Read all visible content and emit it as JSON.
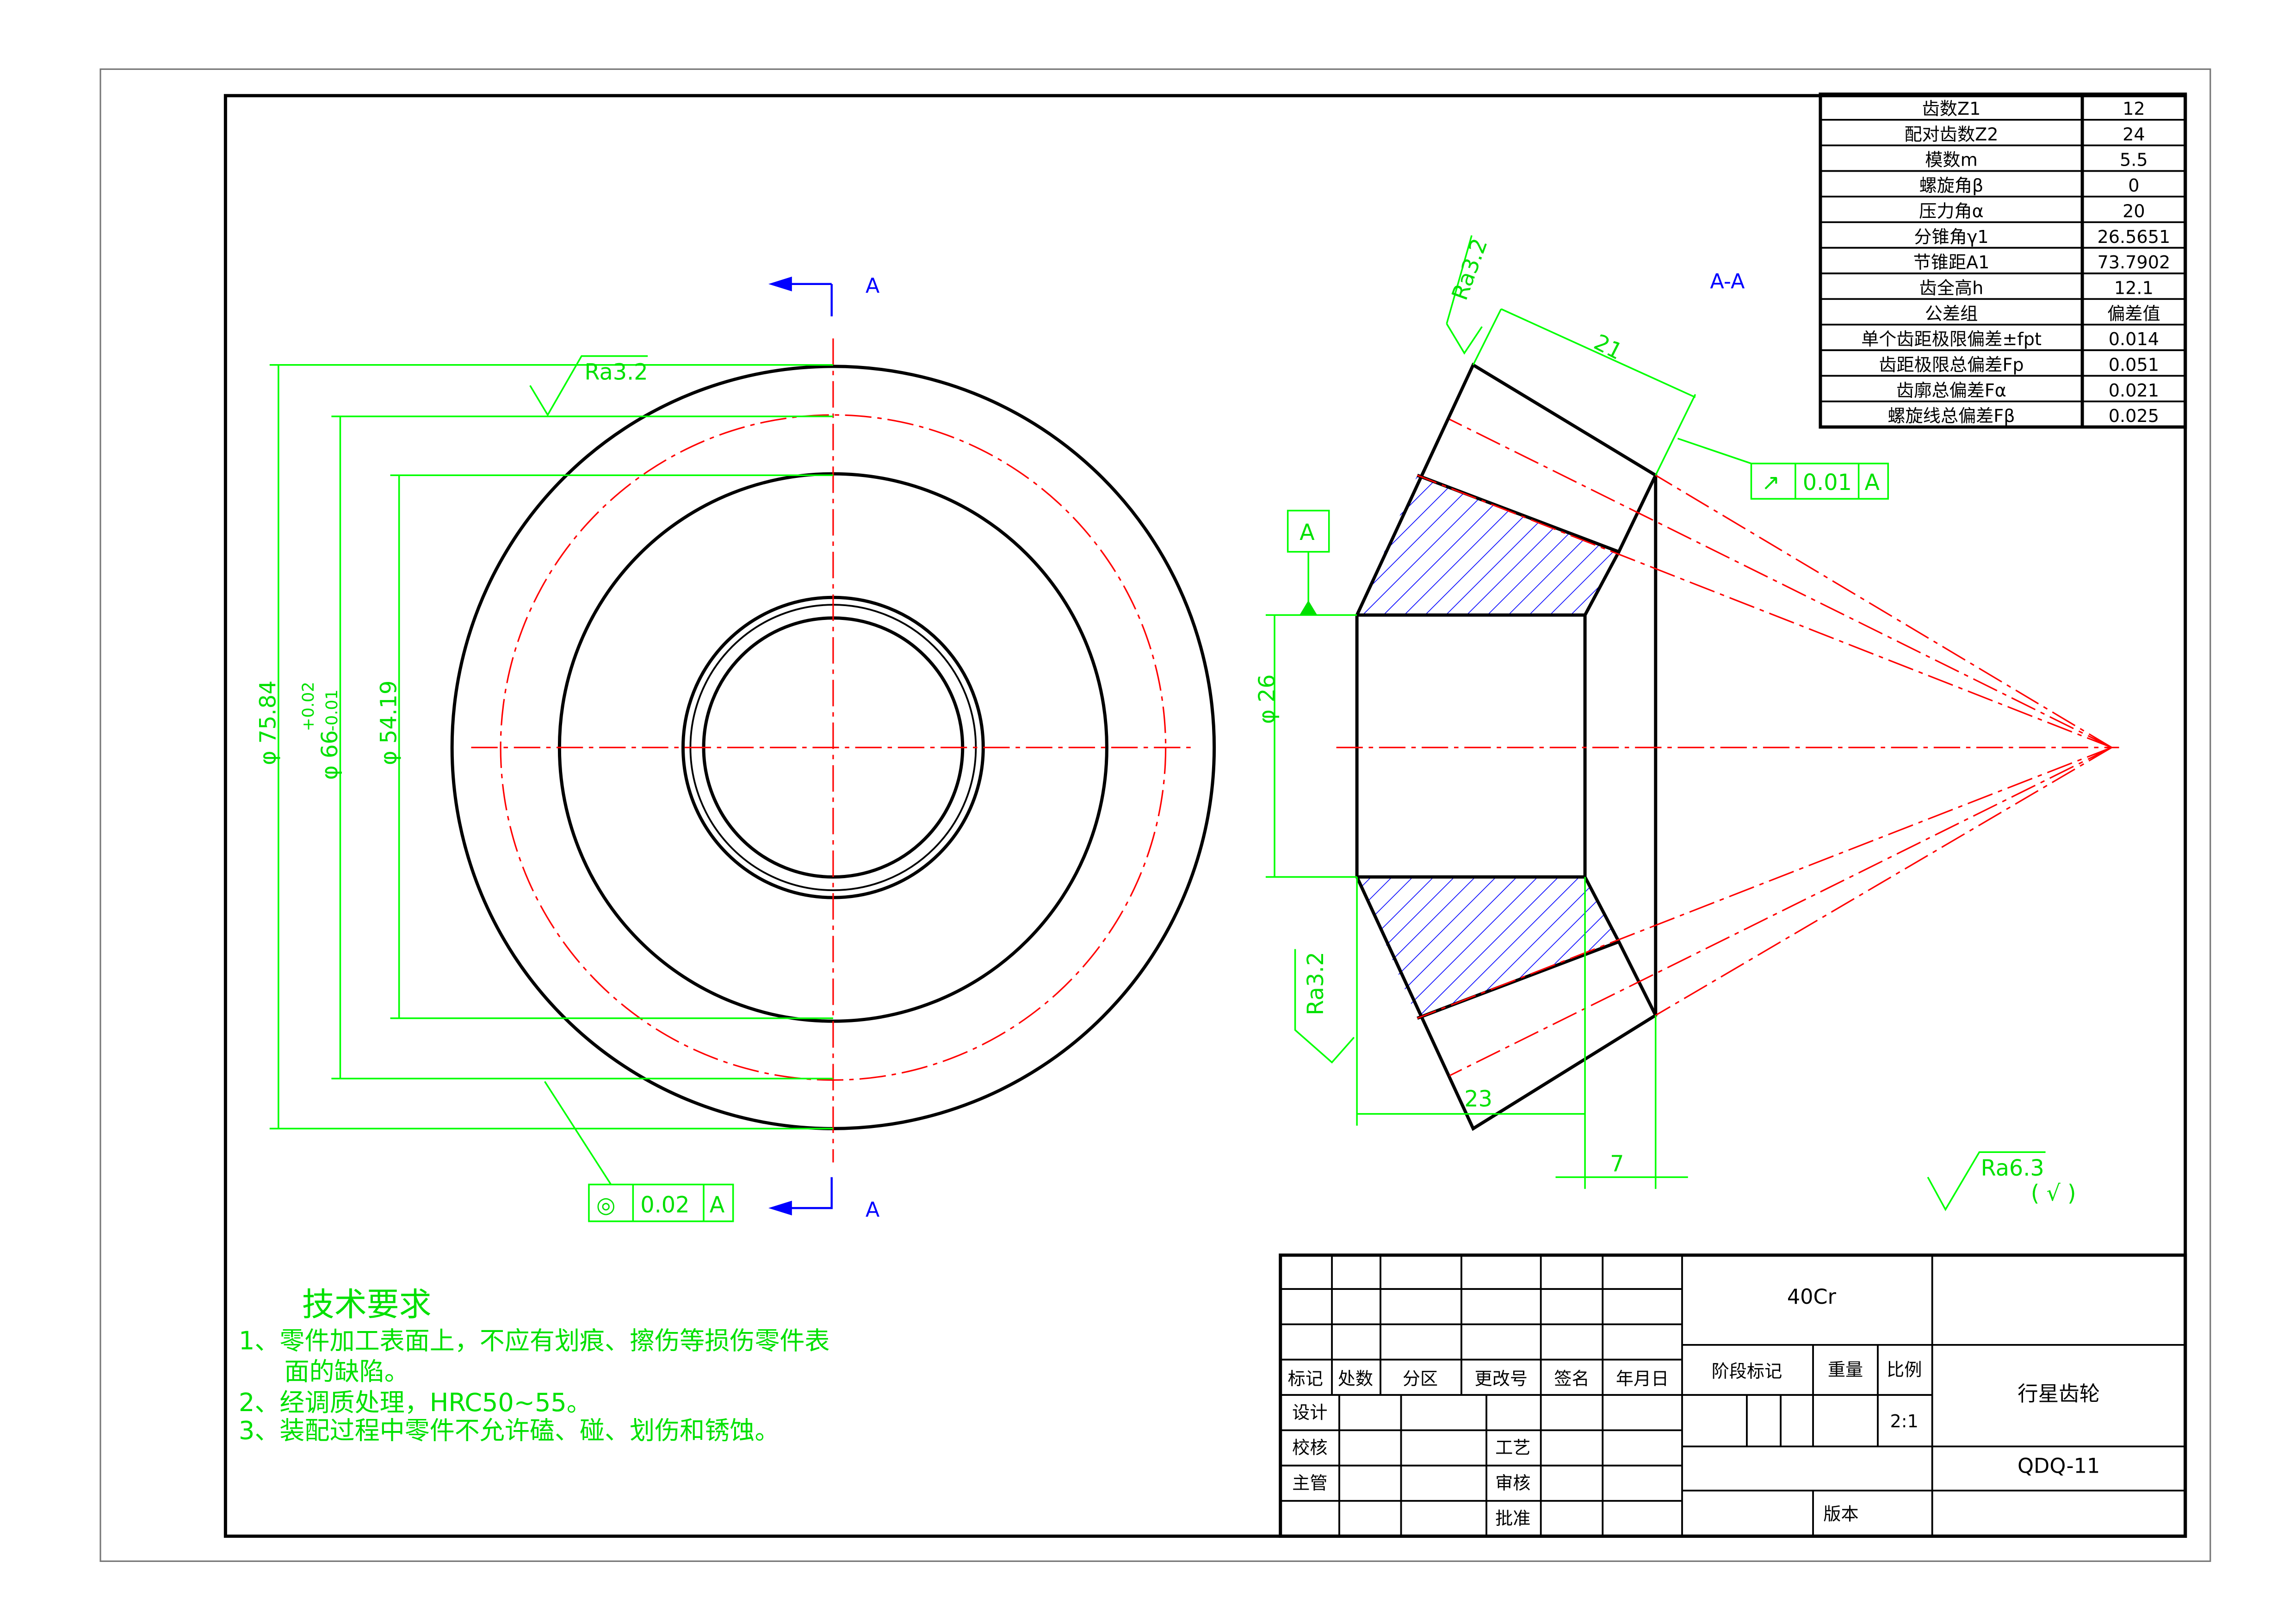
{
  "colors": {
    "outline": "#000000",
    "dimension": "#00ff00",
    "centerline": "#ff0000",
    "section": "#0000ff"
  },
  "views": {
    "section_marker": "A",
    "section_title": "A-A",
    "datum": "A"
  },
  "dimensions": {
    "d_outer": "φ 75.84",
    "d_pitch": "φ 66",
    "d_pitch_tol_upper": "+0.02",
    "d_pitch_tol_lower": "-0.01",
    "d_inner": "φ 54.19",
    "d_bore": "φ 26",
    "face_width": "21",
    "length_23": "23",
    "length_7": "7"
  },
  "surface": {
    "ra_front": "Ra3.2",
    "ra_cone": "Ra3.2",
    "ra_bore": "Ra3.2",
    "ra_general": "Ra6.3",
    "ra_general_suffix": "( √ )"
  },
  "tolerances": {
    "concentricity": {
      "symbol": "◎",
      "value": "0.02",
      "datum": "A"
    },
    "runout": {
      "symbol": "↗",
      "value": "0.01",
      "datum": "A"
    }
  },
  "gear_table": [
    {
      "label": "齿数Z1",
      "value": "12"
    },
    {
      "label": "配对齿数Z2",
      "value": "24"
    },
    {
      "label": "模数m",
      "value": "5.5"
    },
    {
      "label": "螺旋角β",
      "value": "0"
    },
    {
      "label": "压力角α",
      "value": "20"
    },
    {
      "label": "分锥角γ1",
      "value": "26.5651"
    },
    {
      "label": "节锥距A1",
      "value": "73.7902"
    },
    {
      "label": "齿全高h",
      "value": "12.1"
    },
    {
      "label": "公差组",
      "value": "偏差值"
    },
    {
      "label": "单个齿距极限偏差±fpt",
      "value": "0.014"
    },
    {
      "label": "齿距极限总偏差Fp",
      "value": "0.051"
    },
    {
      "label": "齿廓总偏差Fα",
      "value": "0.021"
    },
    {
      "label": "螺旋线总偏差Fβ",
      "value": "0.025"
    }
  ],
  "tech_req": {
    "title": "技术要求",
    "lines": [
      "1、零件加工表面上，不应有划痕、擦伤等损伤零件表",
      "面的缺陷。",
      "2、经调质处理，HRC50~55。",
      "3、装配过程中零件不允许磕、碰、划伤和锈蚀。"
    ]
  },
  "title_block": {
    "headers": [
      "标记",
      "处数",
      "分区",
      "更改号",
      "签名",
      "年月日"
    ],
    "design": "设计",
    "check": "校核",
    "manager": "主管",
    "process": "工艺",
    "review": "审核",
    "approve": "批准",
    "material": "40Cr",
    "stage": "阶段标记",
    "weight": "重量",
    "scale_label": "比例",
    "scale": "2:1",
    "part_name": "行星齿轮",
    "drawing_no": "QDQ-11",
    "version": "版本"
  }
}
